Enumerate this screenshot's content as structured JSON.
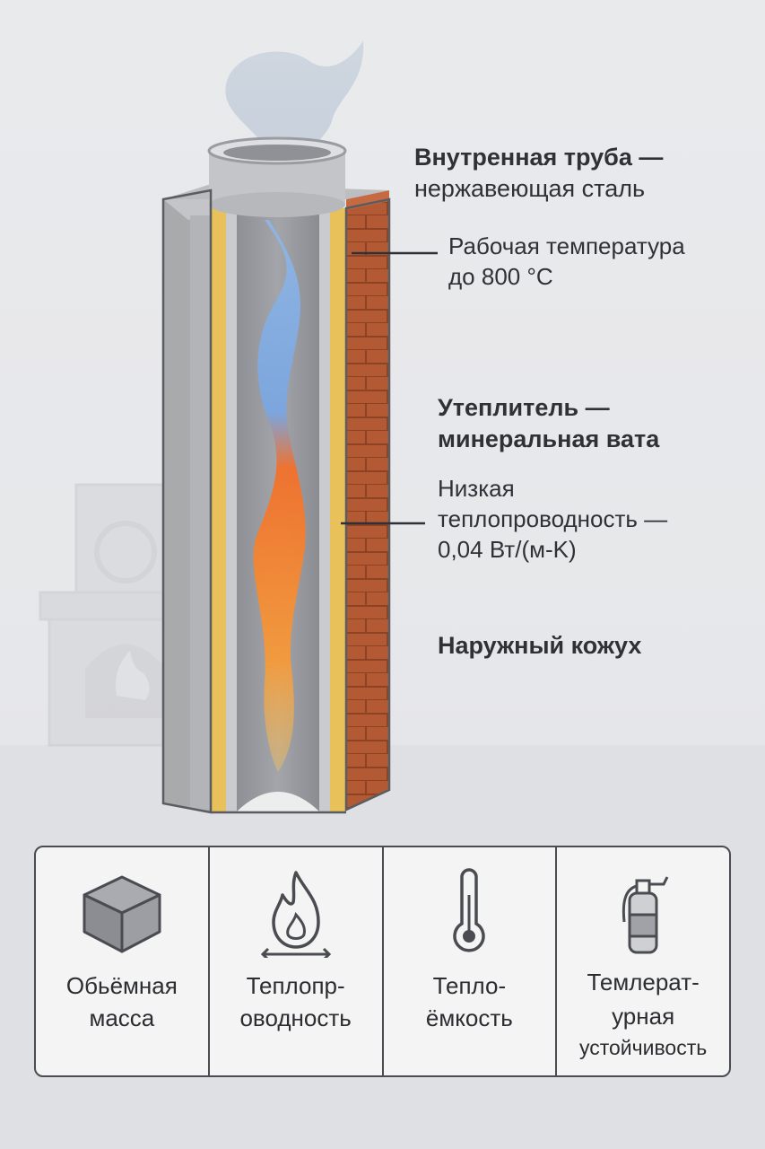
{
  "labels": {
    "inner_pipe": {
      "line1": "Внутренная труба —",
      "line2": "нержавеющая сталь"
    },
    "working_temp": {
      "line1": "Рабочая температура",
      "line2": "до 800 °C"
    },
    "insulation": {
      "line1": "Утеплитель —",
      "line2": "минеральная вата"
    },
    "conductivity": {
      "line1": "Низкая",
      "line2": "теплопроводность —",
      "line3": "0,04 Вт/(м-K)"
    },
    "outer_casing": {
      "line1": "Наружный кожух"
    }
  },
  "properties": [
    {
      "icon": "cube-icon",
      "line1": "Обьёмная",
      "line2": "масса"
    },
    {
      "icon": "flame-icon",
      "line1": "Теплопр-",
      "line2": "оводность"
    },
    {
      "icon": "thermometer-icon",
      "line1": "Тепло-",
      "line2": "ёмкость"
    },
    {
      "icon": "fire-extinguisher-icon",
      "line1": "Темлерат-",
      "line2": "урная",
      "line3": "устойчивость"
    }
  ],
  "colors": {
    "brick": "#b35a34",
    "insulation": "#e8c15a",
    "concrete": "#a9aaac",
    "steel": "#c9cbcf",
    "flame_hot": "#f2702a",
    "flame_cool": "#8fb6e6"
  }
}
